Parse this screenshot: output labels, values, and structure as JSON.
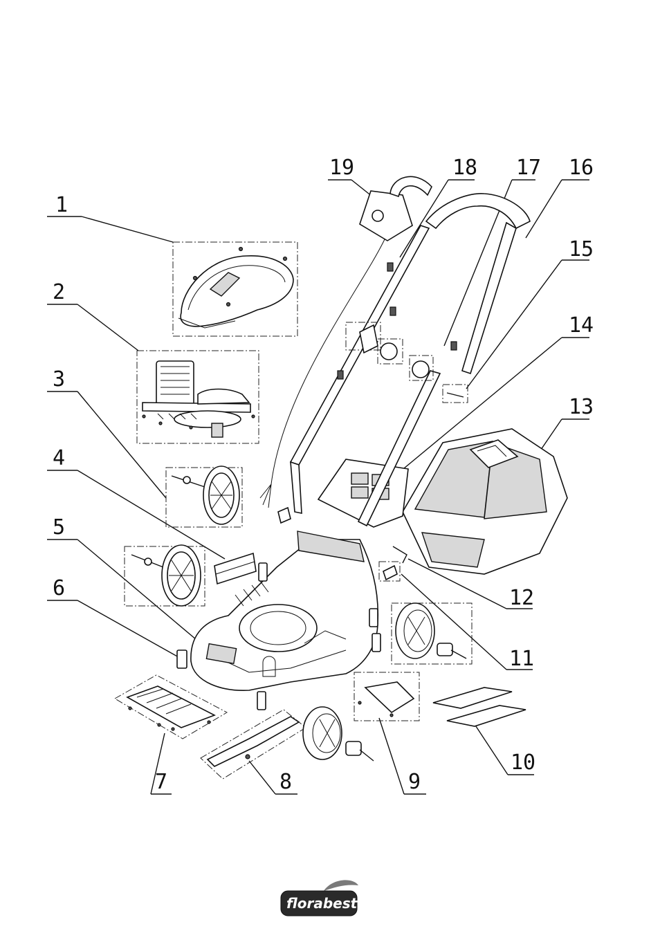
{
  "diagram": {
    "part_numbers": [
      "1",
      "2",
      "3",
      "4",
      "5",
      "6",
      "7",
      "8",
      "9",
      "10",
      "11",
      "12",
      "13",
      "14",
      "15",
      "16",
      "17",
      "18",
      "19"
    ]
  },
  "brand": {
    "logo_text": "florabest"
  },
  "colors": {
    "ink": "#111111",
    "logo_bg": "#2a2a2a",
    "leaf": "#7a7a7a"
  },
  "icons": {
    "logo": "florabest-leaf-logo"
  }
}
